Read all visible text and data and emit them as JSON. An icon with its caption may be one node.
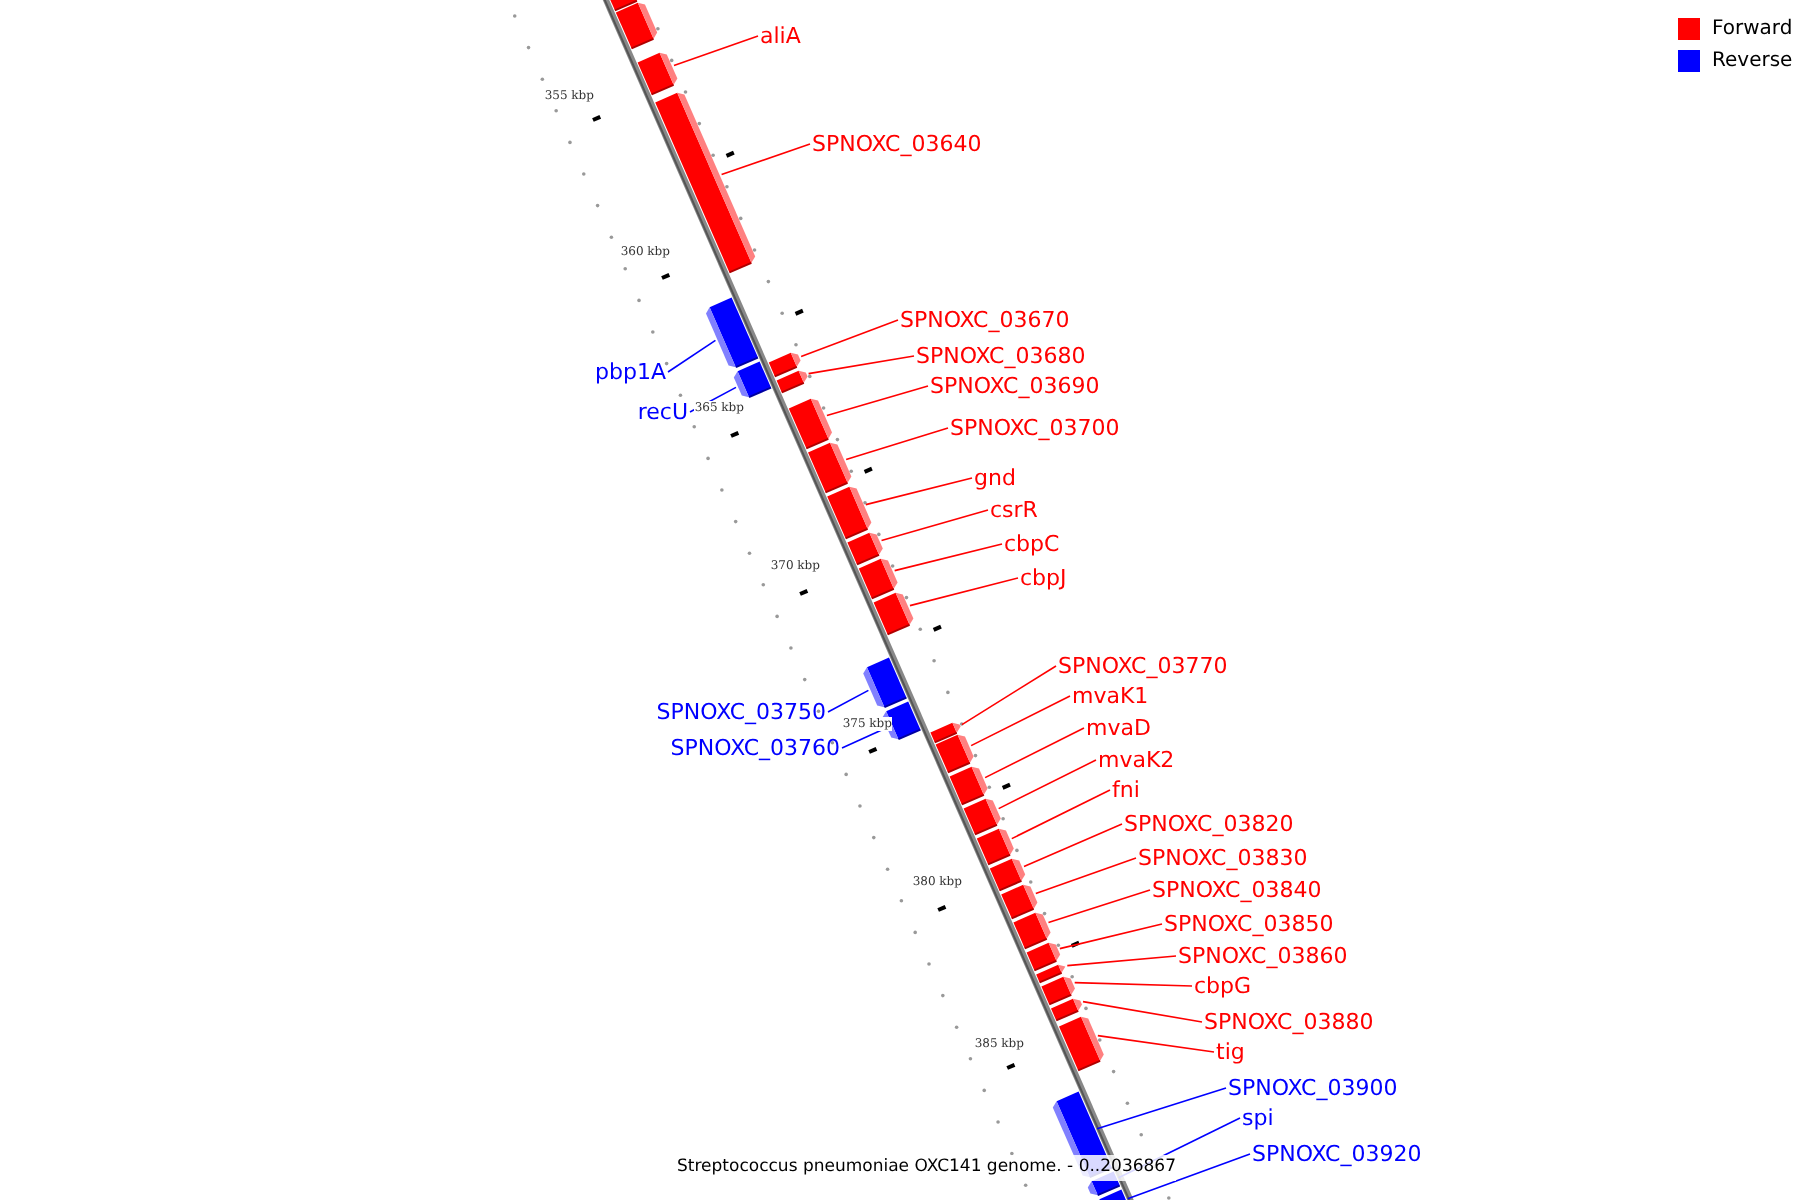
{
  "diagram": {
    "nodes": [
      {
        "text": [],
        "shape": "bar"
      },
      {
        "text": [],
        "shape": "bar"
      },
      {
        "text": [
          "aliA"
        ]
      },
      {
        "text": [],
        "shape": "bar"
      },
      {
        "text": [
          "SPNOXC_03640"
        ]
      },
      {
        "text": [],
        "shape": "bar"
      },
      {
        "text": [
          "pbp1A"
        ]
      },
      {
        "text": [],
        "shape": "bar"
      },
      {
        "text": [
          "recU"
        ]
      },
      {
        "text": [],
        "shape": "bar"
      },
      {
        "text": [
          "SPNOXC_03670"
        ]
      },
      {
        "text": [],
        "shape": "bar"
      },
      {
        "text": [
          "SPNOXC_03680"
        ]
      },
      {
        "text": [],
        "shape": "bar"
      },
      {
        "text": [
          "SPNOXC_03690"
        ]
      },
      {
        "text": [],
        "shape": "bar"
      },
      {
        "text": [
          "SPNOXC_03700"
        ]
      },
      {
        "text": [],
        "shape": "bar"
      },
      {
        "text": [
          "gnd"
        ]
      },
      {
        "text": [],
        "shape": "bar"
      },
      {
        "text": [
          "csrR"
        ]
      },
      {
        "text": [],
        "shape": "bar"
      },
      {
        "text": [
          "cbpC"
        ]
      },
      {
        "text": [],
        "shape": "bar"
      },
      {
        "text": [
          "cbpJ"
        ]
      },
      {
        "text": [],
        "shape": "bar"
      },
      {
        "text": [
          "SPNOXC_03750"
        ]
      },
      {
        "text": [],
        "shape": "bar"
      },
      {
        "text": [
          "SPNOXC_03760"
        ]
      },
      {
        "text": [],
        "shape": "bar"
      },
      {
        "text": [
          "SPNOXC_03770"
        ]
      },
      {
        "text": [],
        "shape": "bar"
      },
      {
        "text": [
          "mvaK1"
        ]
      },
      {
        "text": [],
        "shape": "bar"
      },
      {
        "text": [
          "mvaD"
        ]
      },
      {
        "text": [],
        "shape": "bar"
      },
      {
        "text": [
          "mvaK2"
        ]
      },
      {
        "text": [],
        "shape": "bar"
      },
      {
        "text": [
          "fni"
        ]
      },
      {
        "text": [],
        "shape": "bar"
      },
      {
        "text": [
          "SPNOXC_03820"
        ]
      },
      {
        "text": [],
        "shape": "bar"
      },
      {
        "text": [
          "SPNOXC_03830"
        ]
      },
      {
        "text": [],
        "shape": "bar"
      },
      {
        "text": [
          "SPNOXC_03840"
        ]
      },
      {
        "text": [],
        "shape": "bar"
      },
      {
        "text": [
          "SPNOXC_03850"
        ]
      },
      {
        "text": [],
        "shape": "bar"
      },
      {
        "text": [
          "SPNOXC_03860"
        ]
      },
      {
        "text": [],
        "shape": "bar"
      },
      {
        "text": [
          "cbpG"
        ]
      },
      {
        "text": [],
        "shape": "bar"
      },
      {
        "text": [
          "SPNOXC_03880"
        ]
      },
      {
        "text": [],
        "shape": "bar"
      },
      {
        "text": [
          "tig"
        ]
      },
      {
        "text": [],
        "shape": "bar"
      },
      {
        "text": [
          "SPNOXC_03900"
        ]
      },
      {
        "text": [],
        "shape": "bar"
      },
      {
        "text": [
          "spi"
        ]
      },
      {
        "text": [],
        "shape": "bar"
      },
      {
        "text": [
          "SPNOXC_03920"
        ]
      },
      {
        "text": [],
        "shape": "bar"
      }
    ],
    "edges": [
      {
        "from": 2,
        "to": 3,
        "arrow": "none"
      },
      {
        "from": 4,
        "to": 5,
        "arrow": "none"
      },
      {
        "from": 6,
        "to": 7,
        "arrow": "none",
        "color": "#0000ff"
      },
      {
        "from": 8,
        "to": 9,
        "arrow": "none",
        "color": "#0000ff"
      },
      {
        "from": 10,
        "to": 11,
        "arrow": "none"
      },
      {
        "from": 12,
        "to": 13,
        "arrow": "none"
      },
      {
        "from": 14,
        "to": 15,
        "arrow": "none"
      },
      {
        "from": 16,
        "to": 17,
        "arrow": "none"
      },
      {
        "from": 18,
        "to": 19,
        "arrow": "none"
      },
      {
        "from": 20,
        "to": 21,
        "arrow": "none"
      },
      {
        "from": 22,
        "to": 23,
        "arrow": "none"
      },
      {
        "from": 24,
        "to": 25,
        "arrow": "none"
      },
      {
        "from": 26,
        "to": 27,
        "arrow": "none",
        "color": "#0000ff"
      },
      {
        "from": 28,
        "to": 29,
        "arrow": "none",
        "color": "#0000ff"
      },
      {
        "from": 30,
        "to": 31,
        "arrow": "none"
      },
      {
        "from": 32,
        "to": 33,
        "arrow": "none"
      },
      {
        "from": 34,
        "to": 35,
        "arrow": "none"
      },
      {
        "from": 36,
        "to": 37,
        "arrow": "none"
      },
      {
        "from": 38,
        "to": 39,
        "arrow": "none"
      },
      {
        "from": 40,
        "to": 41,
        "arrow": "none"
      },
      {
        "from": 42,
        "to": 43,
        "arrow": "none"
      },
      {
        "from": 44,
        "to": 45,
        "arrow": "none"
      },
      {
        "from": 46,
        "to": 47,
        "arrow": "none"
      },
      {
        "from": 48,
        "to": 49,
        "arrow": "none"
      },
      {
        "from": 50,
        "to": 51,
        "arrow": "none"
      },
      {
        "from": 52,
        "to": 53,
        "arrow": "none"
      },
      {
        "from": 54,
        "to": 55,
        "arrow": "none"
      },
      {
        "from": 56,
        "to": 57,
        "arrow": "none",
        "color": "#0000ff"
      },
      {
        "from": 58,
        "to": 59,
        "arrow": "none",
        "color": "#0000ff"
      },
      {
        "from": 60,
        "to": 61,
        "arrow": "none",
        "color": "#0000ff"
      }
    ],
    "labels": [
      "355 kbp",
      "360 kbp",
      "365 kbp",
      "370 kbp",
      "375 kbp",
      "380 kbp",
      "385 kbp",
      "Streptococcus pneumoniae OXC141 genome. - 0..2036867"
    ],
    "legend": [
      {
        "text": "Forward",
        "color": "#ff0000"
      },
      {
        "text": "Reverse",
        "color": "#0000ff"
      }
    ]
  }
}
